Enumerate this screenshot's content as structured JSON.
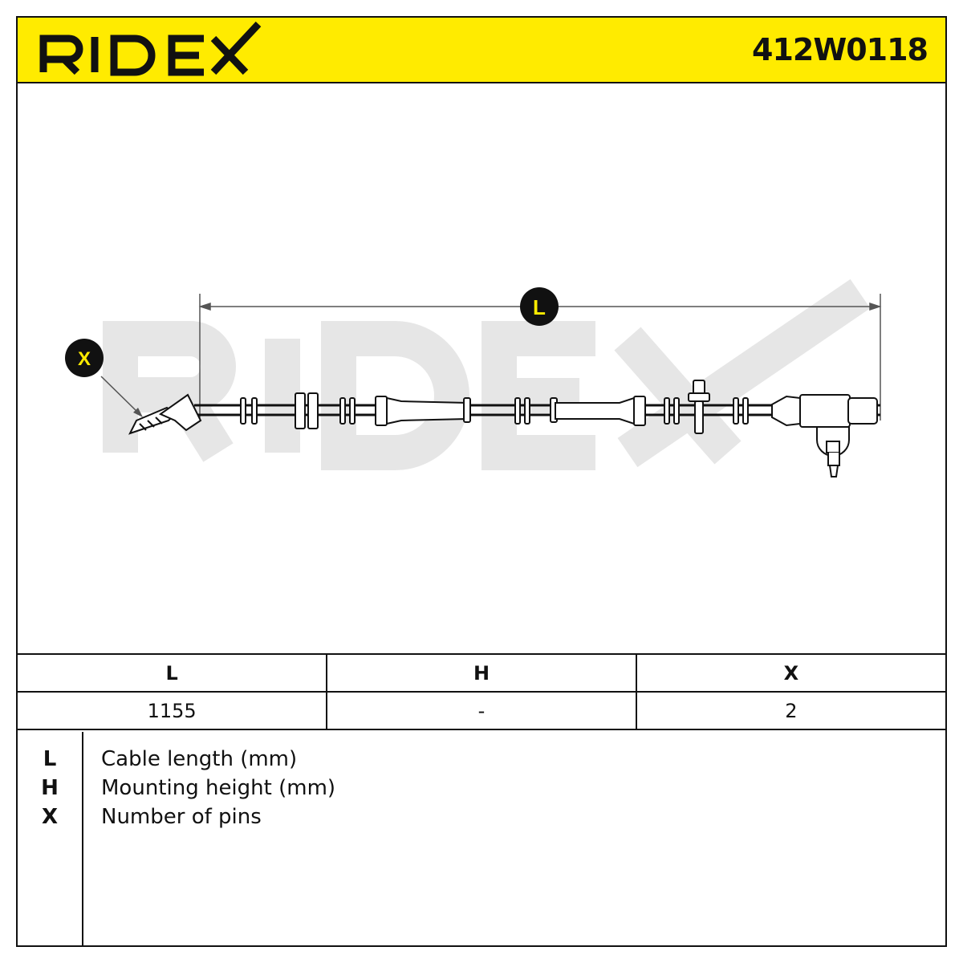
{
  "header": {
    "brand_logo": "RIDEX",
    "part_number": "412W0118"
  },
  "drawing": {
    "watermark": "RIDEX",
    "dimension_label_length": "L",
    "pin_marker_label": "X"
  },
  "spec_table": {
    "headers": [
      "L",
      "H",
      "X"
    ],
    "values": [
      "1155",
      "-",
      "2"
    ]
  },
  "legend": [
    {
      "key": "L",
      "text": "Cable length (mm)"
    },
    {
      "key": "H",
      "text": "Mounting height (mm)"
    },
    {
      "key": "X",
      "text": "Number of pins"
    }
  ],
  "colors": {
    "brand_yellow": "#ffeb00",
    "line": "#111111",
    "watermark": "#e6e6e6"
  }
}
